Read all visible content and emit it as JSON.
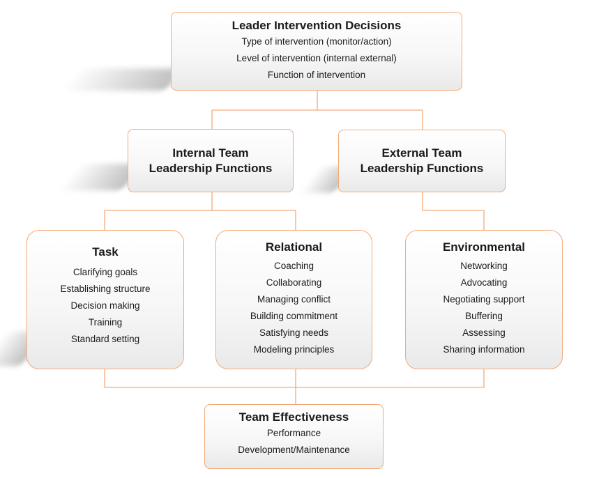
{
  "colors": {
    "border": "#f3a978",
    "connector": "#f3a978"
  },
  "top": {
    "title": "Leader Intervention Decisions",
    "items": [
      "Type of intervention (monitor/action)",
      "Level of intervention (internal external)",
      "Function of intervention"
    ]
  },
  "internal": {
    "title_line1": "Internal Team",
    "title_line2": "Leadership Functions"
  },
  "external": {
    "title_line1": "External Team",
    "title_line2": "Leadership Functions"
  },
  "task": {
    "title": "Task",
    "items": [
      "Clarifying goals",
      "Establishing structure",
      "Decision making",
      "Training",
      "Standard setting"
    ]
  },
  "relational": {
    "title": "Relational",
    "items": [
      "Coaching",
      "Collaborating",
      "Managing conflict",
      "Building commitment",
      "Satisfying needs",
      "Modeling principles"
    ]
  },
  "environmental": {
    "title": "Environmental",
    "items": [
      "Networking",
      "Advocating",
      "Negotiating support",
      "Buffering",
      "Assessing",
      "Sharing information"
    ]
  },
  "effectiveness": {
    "title": "Team Effectiveness",
    "items": [
      "Performance",
      "Development/Maintenance"
    ]
  }
}
